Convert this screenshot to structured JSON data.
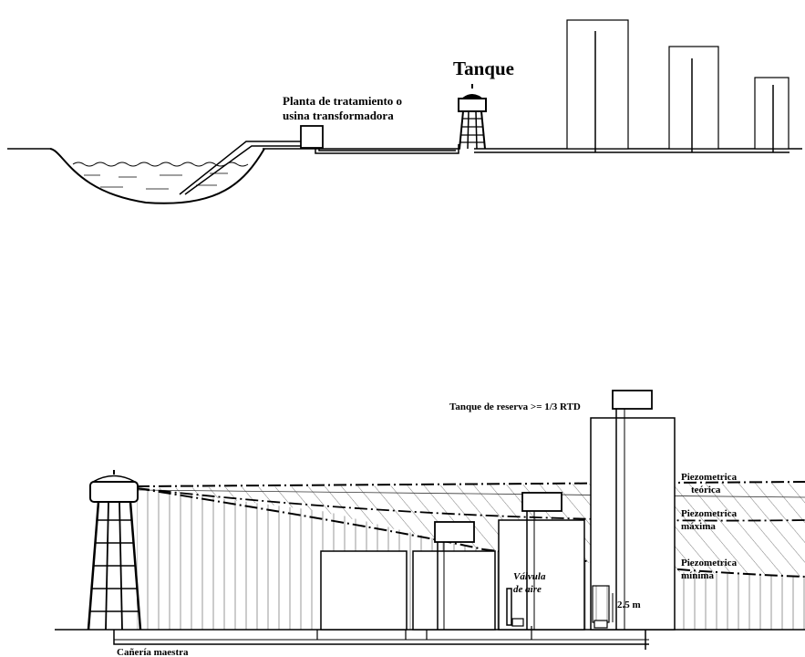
{
  "top_diagram": {
    "tank_label": "Tanque",
    "plant_label_line1": "Planta de tratamiento o",
    "plant_label_line2": "usina transformadora"
  },
  "bottom_diagram": {
    "reserve_tank_label": "Tanque de reserva >= 1/3 RTD",
    "piezometric_theoretical_line1": "Piezometrica",
    "piezometric_theoretical_line2": "teórica",
    "piezometric_max_line1": "Piezometrica",
    "piezometric_max_line2": "máxima",
    "piezometric_min_line1": "Piezometrica",
    "piezometric_min_line2": "mínima",
    "air_valve_line1": "Válvula",
    "air_valve_line2": "de aire",
    "height_label": "2.5 m",
    "main_pipe_label": "Cañería maestra"
  }
}
